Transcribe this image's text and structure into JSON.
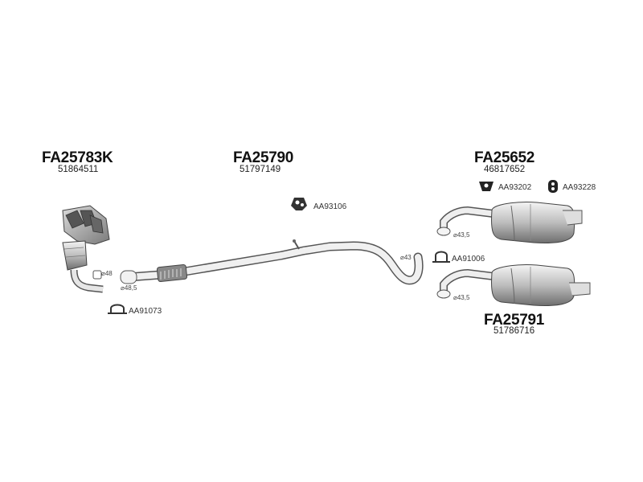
{
  "parts": [
    {
      "code": "FA25783K",
      "oe": "51864511"
    },
    {
      "code": "FA25790",
      "oe": "51797149"
    },
    {
      "code": "FA25652",
      "oe": "46817652"
    },
    {
      "code": "FA25791",
      "oe": "51786716"
    }
  ],
  "accessories": {
    "hanger_center": "AA93106",
    "hanger_a": "AA93202",
    "hanger_b": "AA93228",
    "clamp_mid": "AA91006",
    "clamp_front": "AA91073"
  },
  "diameters": {
    "d48": "⌀48",
    "d48_5": "⌀48,5",
    "d43_pipe": "⌀43",
    "d43_5_upper": "⌀43,5",
    "d43_5_lower": "⌀43,5"
  },
  "colors": {
    "line": "#555555",
    "fill_light": "#e8e8e8",
    "fill_dark": "#9a9a9a",
    "text": "#111111"
  }
}
